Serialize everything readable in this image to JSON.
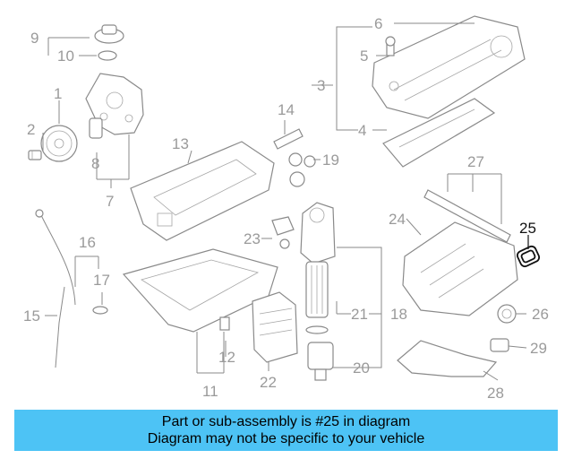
{
  "diagram": {
    "highlighted_callout": "25",
    "callouts": [
      "1",
      "2",
      "3",
      "4",
      "5",
      "6",
      "7",
      "8",
      "9",
      "10",
      "11",
      "12",
      "13",
      "14",
      "15",
      "16",
      "17",
      "18",
      "19",
      "20",
      "21",
      "22",
      "23",
      "24",
      "25",
      "26",
      "27",
      "28",
      "29"
    ]
  },
  "banner": {
    "line1": "Part or sub-assembly is #25 in diagram",
    "line2": "Diagram may not be specific to your vehicle",
    "background": "#4dc3f5"
  }
}
